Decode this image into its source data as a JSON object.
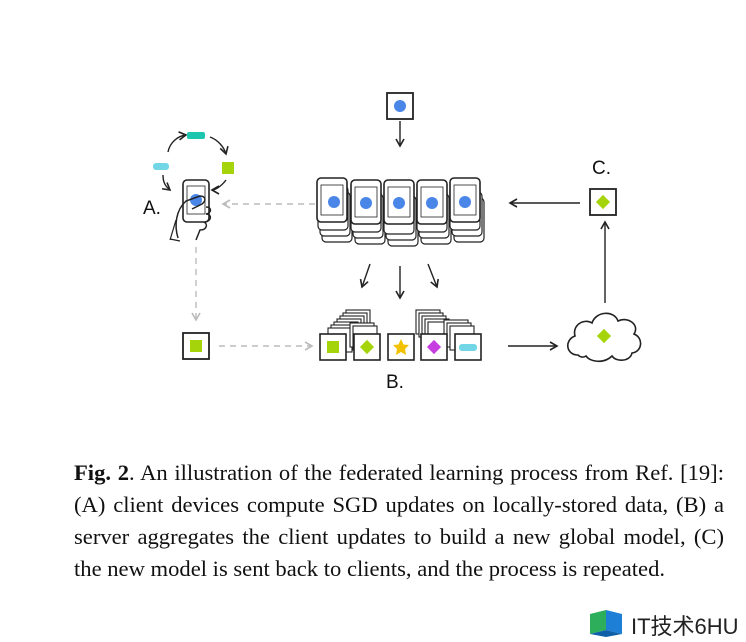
{
  "figure": {
    "labels": {
      "a": "A.",
      "b": "B.",
      "c": "C."
    },
    "colors": {
      "blue": "#4a86e8",
      "green": "#a6d40a",
      "teal": "#1ec6b0",
      "light_teal": "#73d6e6",
      "magenta": "#c73ee0",
      "yellow": "#f2c200",
      "dashed_arrow": "#bbbbbb"
    }
  },
  "caption": {
    "fig_label": "Fig. 2",
    "text": ".   An illustration of the federated learning process from Ref. [19]: (A) client devices compute SGD updates on locally-stored data, (B) a server aggregates the client updates to build a new global model, (C) the new model is sent back to clients, and the process is repeated."
  },
  "watermark": {
    "text": "IT技术6HU"
  }
}
